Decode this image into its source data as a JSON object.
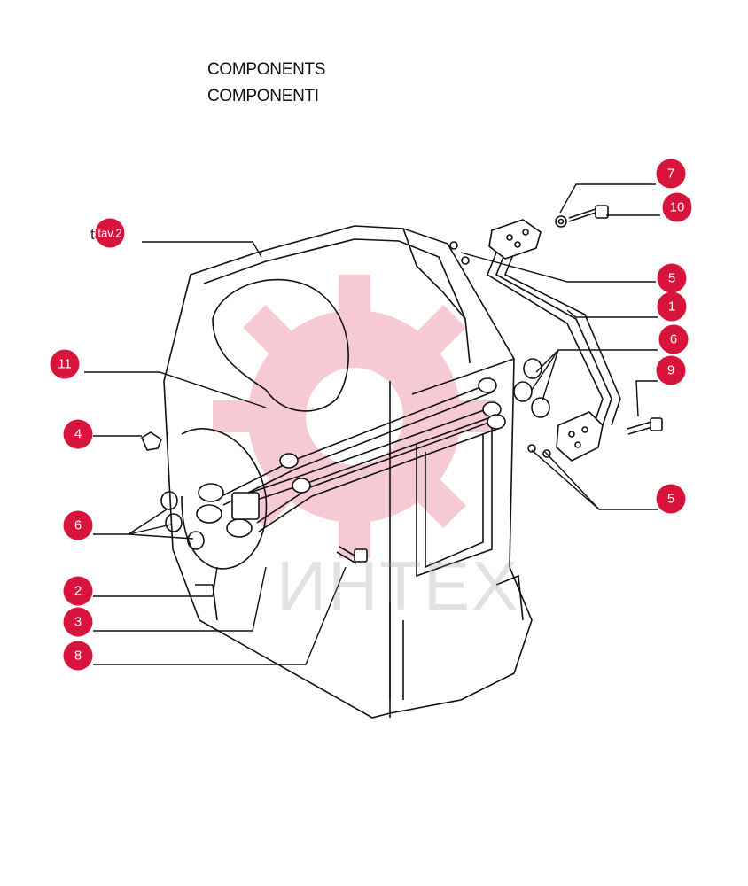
{
  "header": {
    "title_en": "COMPONENTS",
    "title_it": "COMPONENTI"
  },
  "reference": {
    "text": "tav.2"
  },
  "watermark": {
    "text": "ИНТЕХ",
    "color": "#d7143c"
  },
  "callouts": [
    {
      "label": "7"
    },
    {
      "label": "10"
    },
    {
      "label": "5"
    },
    {
      "label": "1"
    },
    {
      "label": "6"
    },
    {
      "label": "9"
    },
    {
      "label": "5"
    },
    {
      "label": "11"
    },
    {
      "label": "4"
    },
    {
      "label": "6"
    },
    {
      "label": "2"
    },
    {
      "label": "3"
    },
    {
      "label": "8"
    }
  ],
  "colors": {
    "callout_fill": "#d7143c",
    "line": "#111111"
  }
}
